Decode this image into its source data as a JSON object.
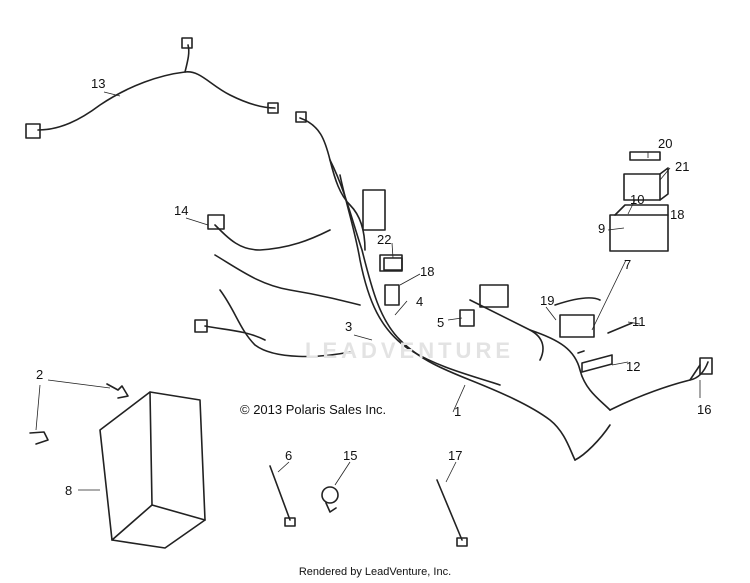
{
  "copyright": "© 2013 Polaris Sales Inc.",
  "footer": "Rendered by LeadVenture, Inc.",
  "watermark": "LEADVENTURE",
  "callouts": [
    "1",
    "2",
    "3",
    "4",
    "5",
    "6",
    "7",
    "8",
    "9",
    "10",
    "11",
    "12",
    "13",
    "14",
    "15",
    "16",
    "17",
    "18",
    "18",
    "19",
    "20",
    "21",
    "22"
  ]
}
